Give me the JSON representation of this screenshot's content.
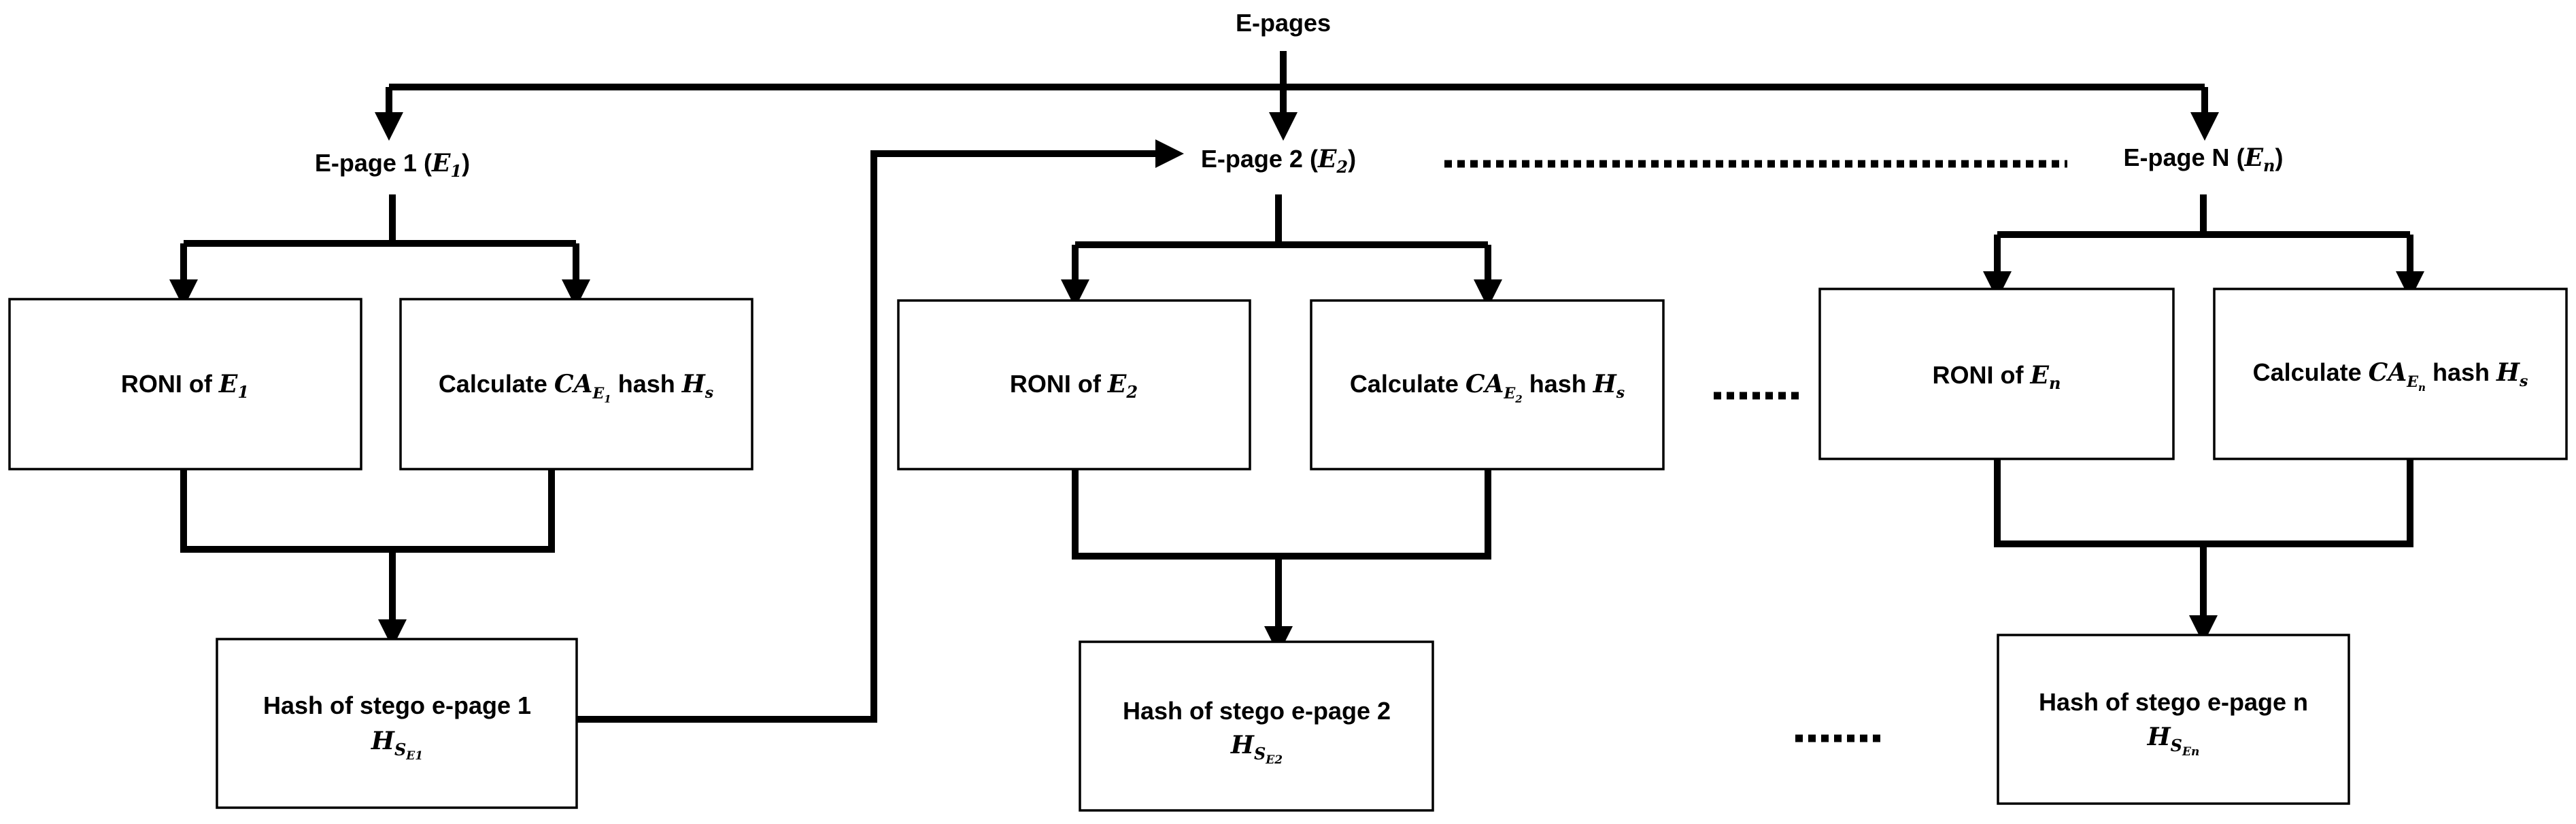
{
  "root": {
    "label": "E-pages"
  },
  "pages": [
    {
      "title": "E-page 1",
      "title_symbol": "E",
      "title_sub": "1",
      "roni": {
        "text": "RONI of",
        "symbol": "E",
        "sub": "1"
      },
      "calc": {
        "text": "Calculate",
        "symbol": "CA",
        "sub_base": "E",
        "sub_sub": "1",
        "text2": "hash",
        "symbol2": "H",
        "sub2": "s"
      },
      "result": {
        "line1": "Hash of stego e-page 1",
        "symbol": "H",
        "sub": "S",
        "sub_sub": "E1"
      }
    },
    {
      "title": "E-page 2",
      "title_symbol": "E",
      "title_sub": "2",
      "roni": {
        "text": "RONI of",
        "symbol": "E",
        "sub": "2"
      },
      "calc": {
        "text": "Calculate",
        "symbol": "CA",
        "sub_base": "E",
        "sub_sub": "2",
        "text2": "hash",
        "symbol2": "H",
        "sub2": "s"
      },
      "result": {
        "line1": "Hash of stego e-page 2",
        "symbol": "H",
        "sub": "S",
        "sub_sub": "E2"
      }
    },
    {
      "title": "E-page N",
      "title_symbol": "E",
      "title_sub": "n",
      "roni": {
        "text": "RONI of",
        "symbol": "E",
        "sub": "n"
      },
      "calc": {
        "text": "Calculate",
        "symbol": "CA",
        "sub_base": "E",
        "sub_sub": "n",
        "text2": "hash",
        "symbol2": "H",
        "sub2": "s"
      },
      "result": {
        "line1": "Hash of stego e-page n",
        "symbol": "H",
        "sub": "S",
        "sub_sub": "En"
      }
    }
  ]
}
